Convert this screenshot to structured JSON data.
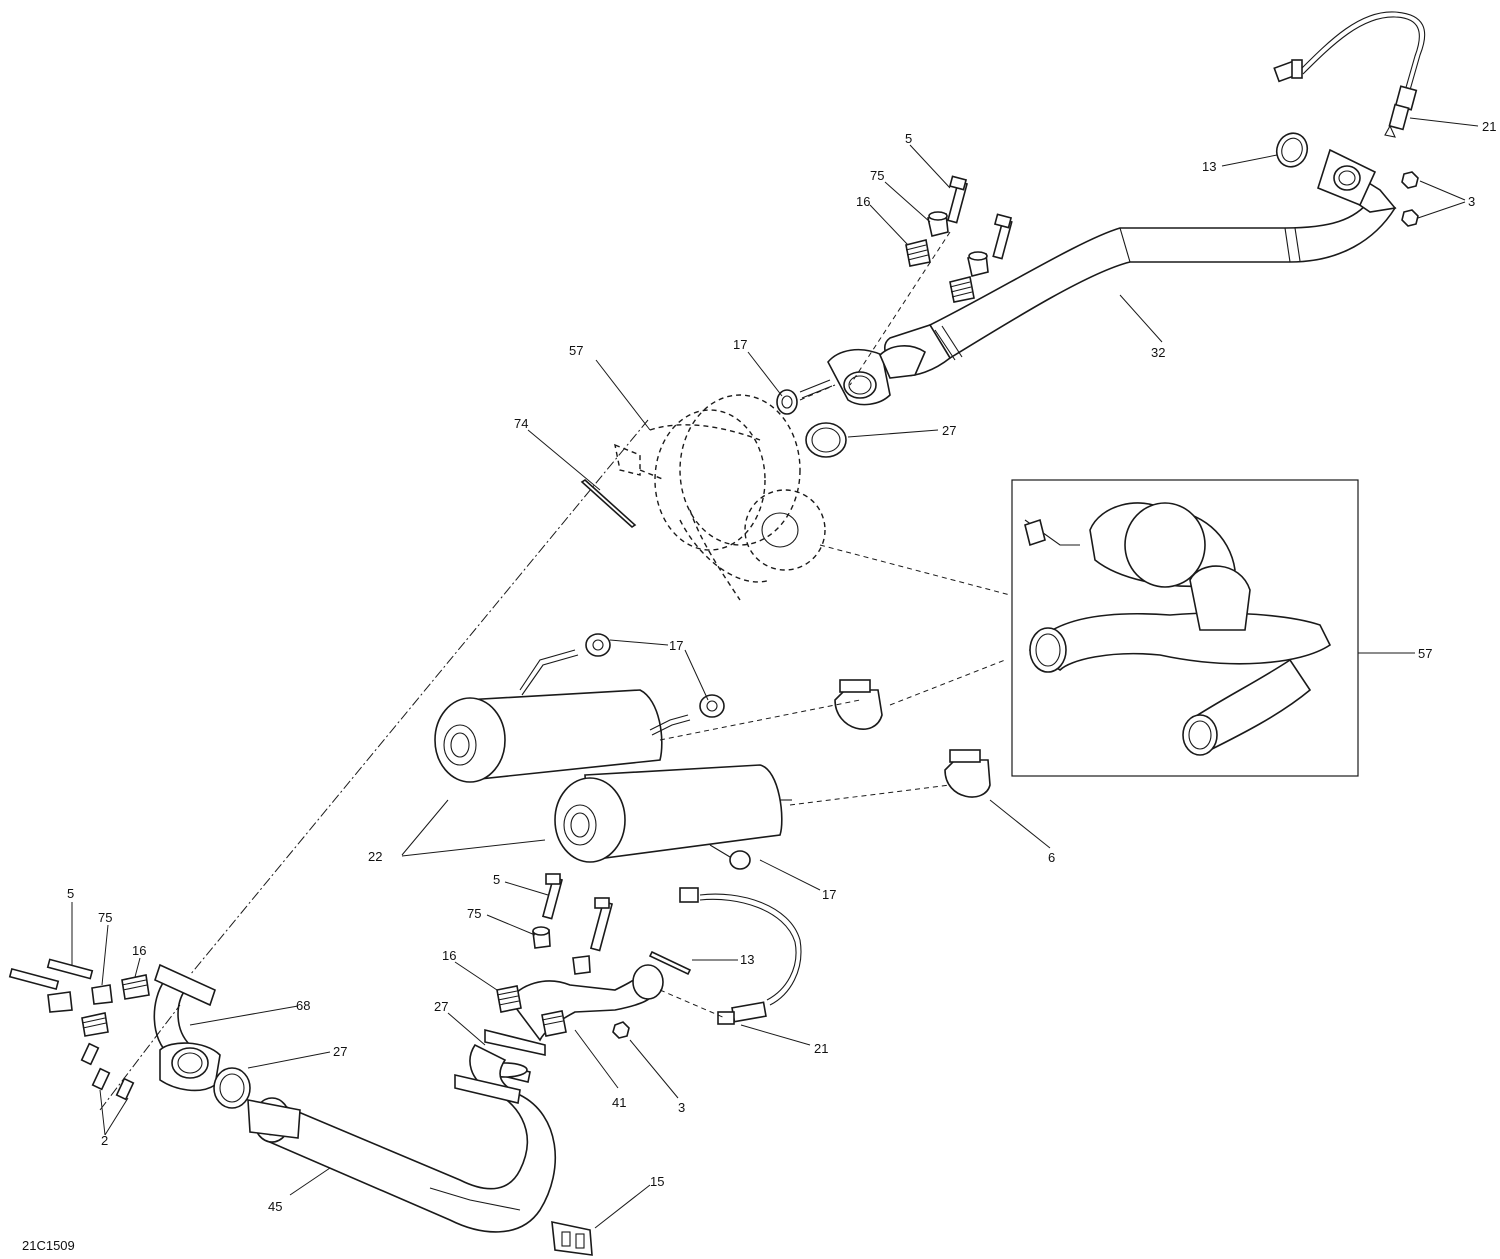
{
  "figure_reference": "21C1509",
  "callouts": [
    {
      "id": "c21a",
      "label": "21"
    },
    {
      "id": "c13a",
      "label": "13"
    },
    {
      "id": "c3a",
      "label": "3"
    },
    {
      "id": "c5a",
      "label": "5"
    },
    {
      "id": "c75a",
      "label": "75"
    },
    {
      "id": "c16a",
      "label": "16"
    },
    {
      "id": "c32",
      "label": "32"
    },
    {
      "id": "c17a",
      "label": "17"
    },
    {
      "id": "c57a",
      "label": "57"
    },
    {
      "id": "c74",
      "label": "74"
    },
    {
      "id": "c27a",
      "label": "27"
    },
    {
      "id": "c57b",
      "label": "57"
    },
    {
      "id": "c17b",
      "label": "17"
    },
    {
      "id": "c22",
      "label": "22"
    },
    {
      "id": "c6",
      "label": "6"
    },
    {
      "id": "c17c",
      "label": "17"
    },
    {
      "id": "c5b",
      "label": "5"
    },
    {
      "id": "c75b",
      "label": "75"
    },
    {
      "id": "c13b",
      "label": "13"
    },
    {
      "id": "c16b",
      "label": "16"
    },
    {
      "id": "c27b",
      "label": "27"
    },
    {
      "id": "c21b",
      "label": "21"
    },
    {
      "id": "c41",
      "label": "41"
    },
    {
      "id": "c3b",
      "label": "3"
    },
    {
      "id": "c5c",
      "label": "5"
    },
    {
      "id": "c75c",
      "label": "75"
    },
    {
      "id": "c16c",
      "label": "16"
    },
    {
      "id": "c68",
      "label": "68"
    },
    {
      "id": "c27c",
      "label": "27"
    },
    {
      "id": "c2",
      "label": "2"
    },
    {
      "id": "c45",
      "label": "45"
    },
    {
      "id": "c15",
      "label": "15"
    }
  ]
}
